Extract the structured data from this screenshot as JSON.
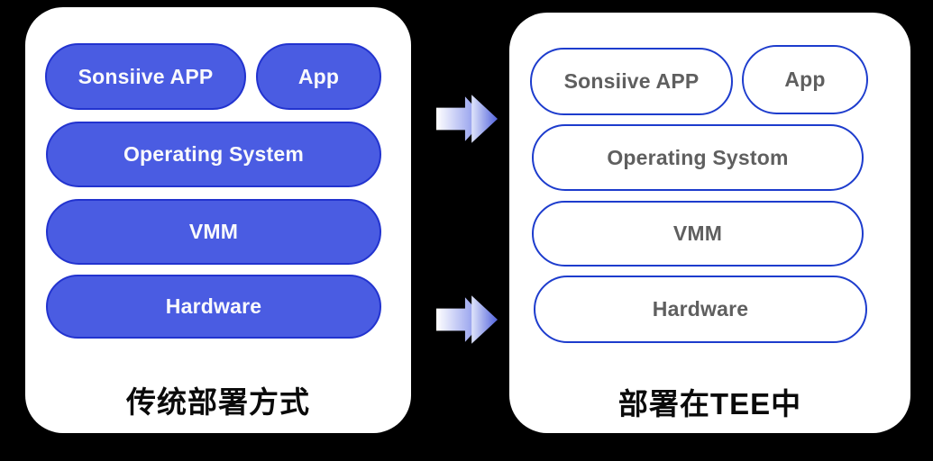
{
  "page": {
    "background_color": "#000000",
    "panel_color": "#ffffff"
  },
  "left_panel": {
    "caption": "传统部署方式",
    "pill_style": {
      "fill": "#4a5ce2",
      "border": "#2233cf",
      "text_color": "#ffffff"
    },
    "pills": {
      "app_primary": "Sonsiive APP",
      "app_secondary": "App",
      "os": "Operating System",
      "vmm": "VMM",
      "hardware": "Hardware"
    }
  },
  "right_panel": {
    "caption": "部署在TEE中",
    "pill_style": {
      "fill": "#ffffff",
      "border": "#1d3ccd",
      "text_color": "#5f5f5f"
    },
    "pills": {
      "app_primary": "Sonsiive APP",
      "app_secondary": "App",
      "os": "Operating Systom",
      "vmm": "VMM",
      "hardware": "Hardware"
    }
  },
  "arrow": {
    "gradient_from": "#ffffff",
    "gradient_to": "#5a6ae0",
    "count": 2
  }
}
